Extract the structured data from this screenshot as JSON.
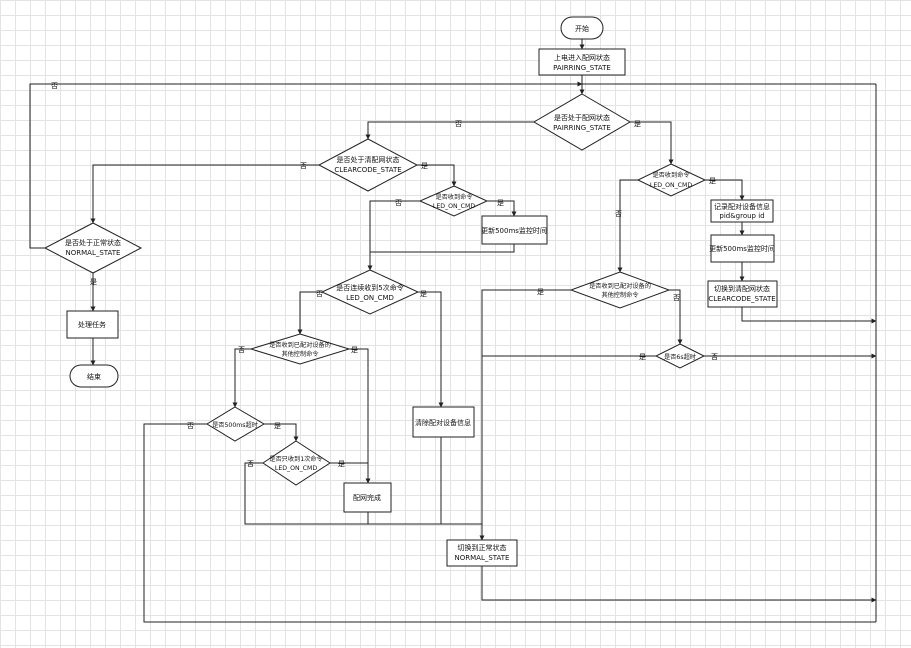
{
  "nodes": {
    "start": [
      "开始"
    ],
    "power_on": [
      "上电进入配网状态",
      "PAIRRING_STATE"
    ],
    "is_pairing": [
      "是否处于配网状态",
      "PAIRRING_STATE"
    ],
    "is_clearcode": [
      "是否处于清配网状态",
      "CLEARCODE_STATE"
    ],
    "is_normal": [
      "是否处于正常状态",
      "NORMAL_STATE"
    ],
    "process_task": [
      "处理任务"
    ],
    "end": [
      "结束"
    ],
    "recv_cmd_a": [
      "是否收到命令",
      "LED_ON_CMD"
    ],
    "update_timer_a": [
      "更新500ms监控时间"
    ],
    "recv_cmd_b": [
      "是否收到命令",
      "LED_ON_CMD"
    ],
    "record_info": [
      "记录配对设备信息",
      "pid&group id"
    ],
    "update_timer_b": [
      "更新500ms监控时间"
    ],
    "switch_clearcode": [
      "切换到清配网状态",
      "CLEARCODE_STATE"
    ],
    "recv_5_times": [
      "是否连续收到5次命令",
      "LED_ON_CMD"
    ],
    "recv_paired_ctrl_a": [
      "是否收到已配对设备的",
      "其他控制命令"
    ],
    "recv_paired_ctrl_b": [
      "是否收到已配对设备的",
      "其他控制命令"
    ],
    "timeout_500ms": [
      "是否500ms超时"
    ],
    "recv_1_time": [
      "是否只收到1次命令",
      "LED_ON_CMD"
    ],
    "pair_done": [
      "配网完成"
    ],
    "clear_paired": [
      "清除配对设备信息"
    ],
    "timeout_6s": [
      "是否6s超时"
    ],
    "switch_normal": [
      "切换到正常状态",
      "NORMAL_STATE"
    ]
  },
  "edge_labels": {
    "yes": "是",
    "no": "否"
  },
  "colors": {
    "stroke": "#222222",
    "grid": "#e3e3e3",
    "fill": "#ffffff"
  }
}
